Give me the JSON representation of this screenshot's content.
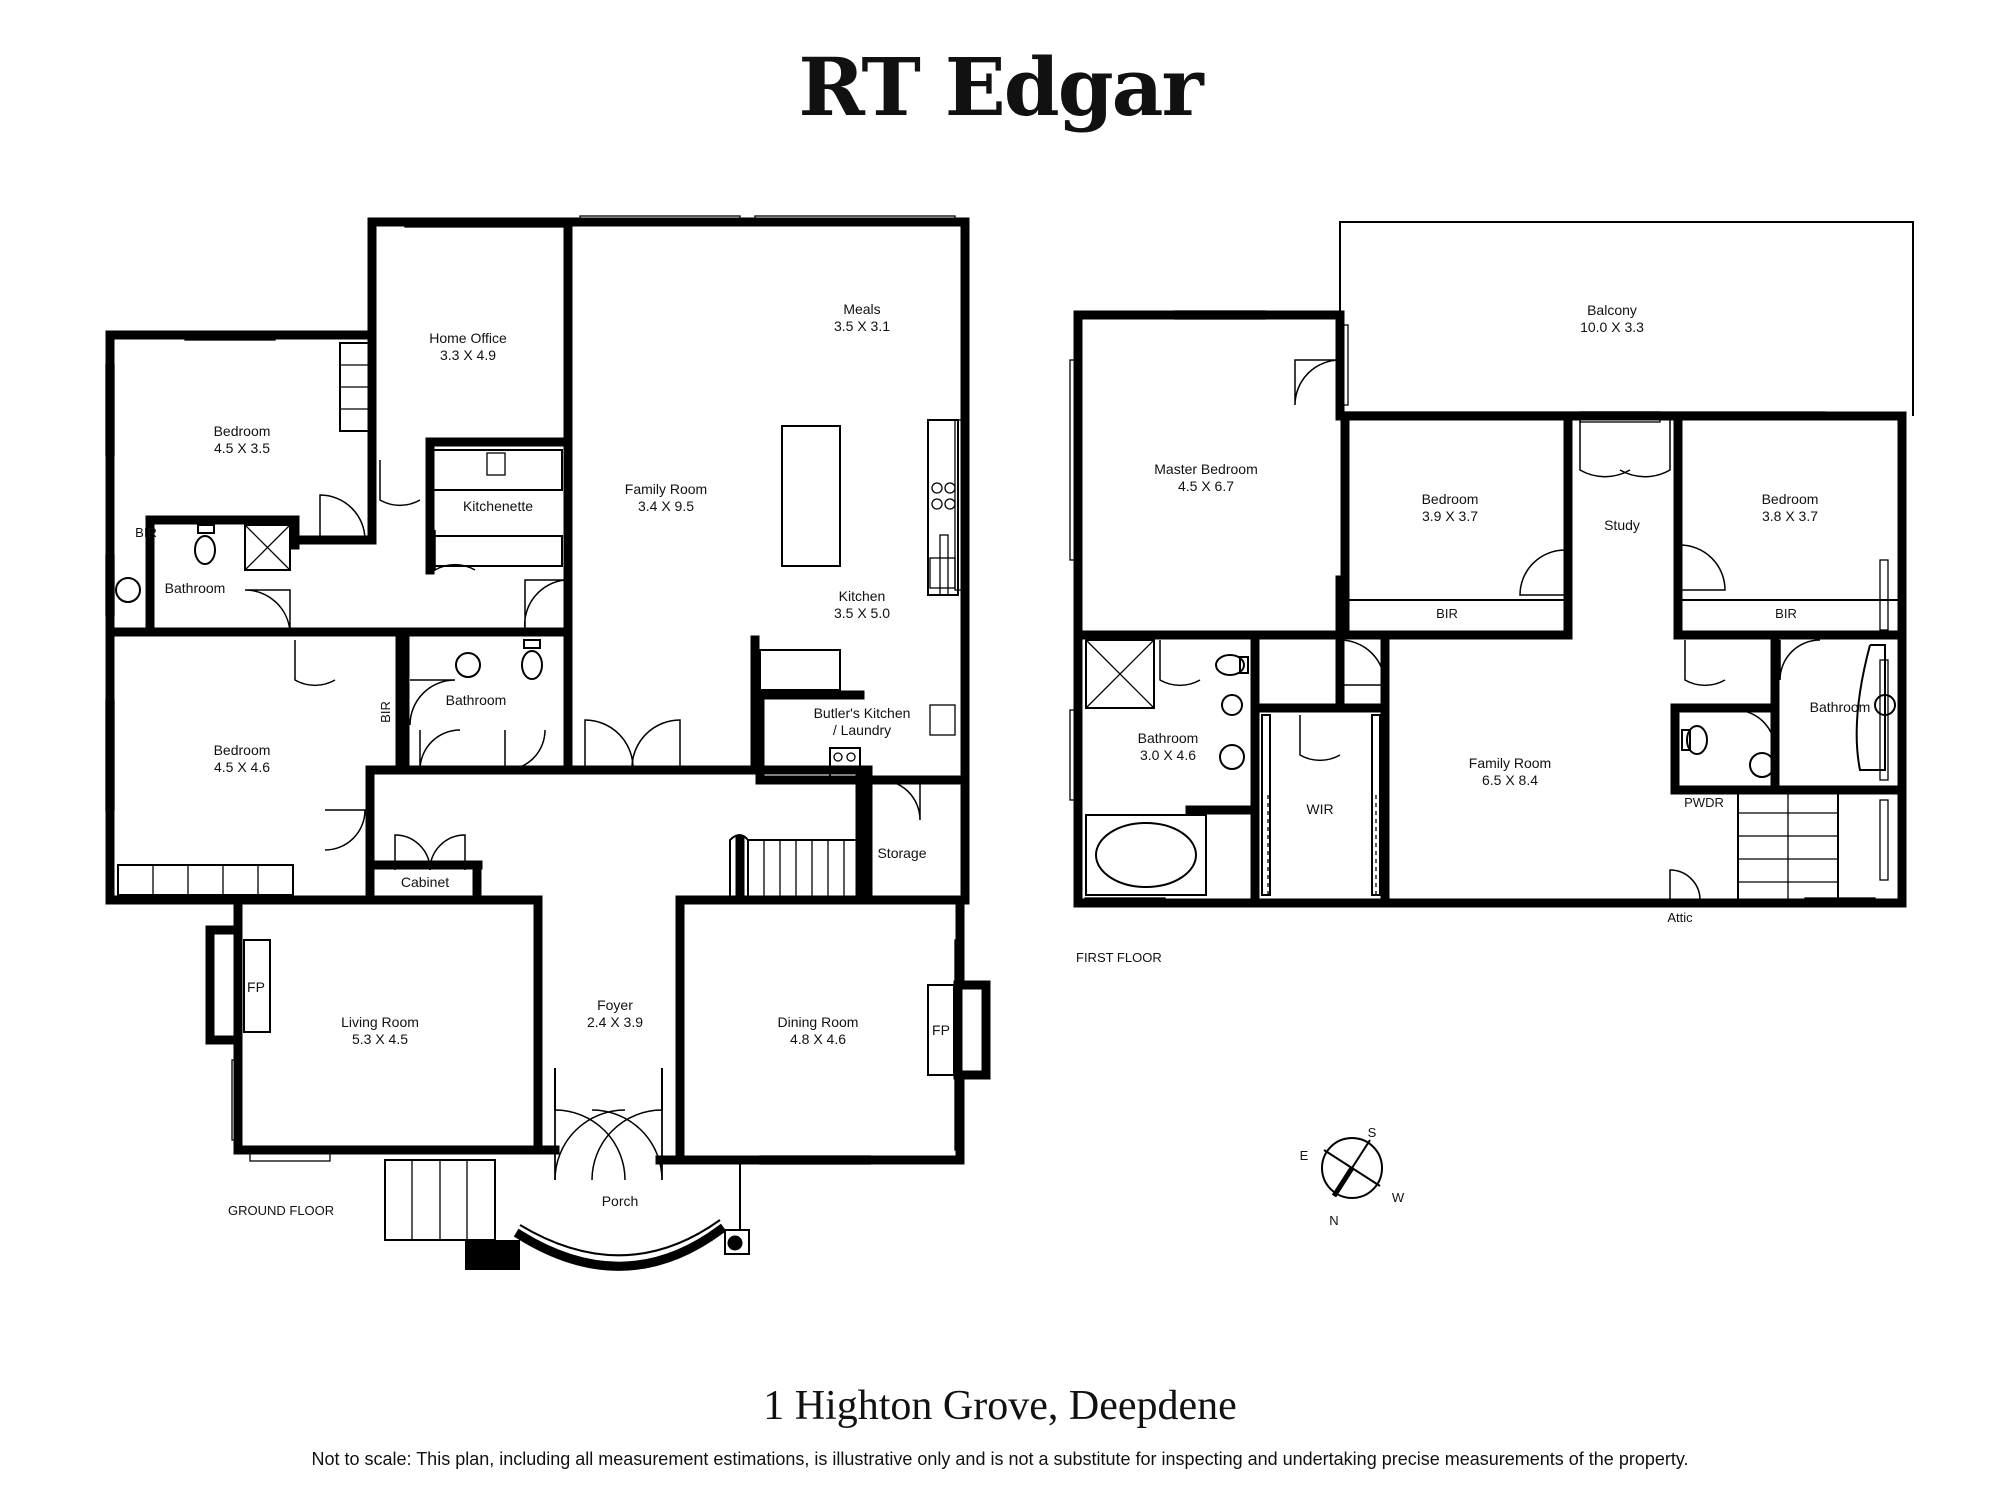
{
  "brand": "RT Edgar",
  "address": "1 Highton Grove, Deepdene",
  "disclaimer": "Not to scale: This plan, including all measurement estimations, is illustrative only and is not a substitute for inspecting and undertaking precise measurements of the property.",
  "ground_floor": {
    "label": "GROUND FLOOR",
    "rooms": {
      "bedroom1": {
        "name": "Bedroom",
        "dim": "4.5 X 3.5"
      },
      "home_office": {
        "name": "Home Office",
        "dim": "3.3 X 4.9"
      },
      "meals": {
        "name": "Meals",
        "dim": "3.5 X 3.1"
      },
      "family_room": {
        "name": "Family Room",
        "dim": "3.4 X 9.5"
      },
      "kitchenette": {
        "name": "Kitchenette"
      },
      "bir": {
        "name": "BIR"
      },
      "bathroom1": {
        "name": "Bathroom"
      },
      "kitchen": {
        "name": "Kitchen",
        "dim": "3.5 X 5.0"
      },
      "bedroom2": {
        "name": "Bedroom",
        "dim": "4.5 X 4.6"
      },
      "bir2": {
        "name": "BIR"
      },
      "bathroom2": {
        "name": "Bathroom"
      },
      "butlers": {
        "name1": "Butler's Kitchen",
        "name2": "/ Laundry"
      },
      "storage": {
        "name": "Storage"
      },
      "cabinet": {
        "name": "Cabinet"
      },
      "living": {
        "name": "Living Room",
        "dim": "5.3 X 4.5"
      },
      "foyer": {
        "name": "Foyer",
        "dim": "2.4 X 3.9"
      },
      "dining": {
        "name": "Dining Room",
        "dim": "4.8 X 4.6"
      },
      "fp_left": {
        "name": "FP"
      },
      "fp_right": {
        "name": "FP"
      },
      "porch": {
        "name": "Porch"
      }
    }
  },
  "first_floor": {
    "label": "FIRST FLOOR",
    "rooms": {
      "balcony": {
        "name": "Balcony",
        "dim": "10.0 X 3.3"
      },
      "master": {
        "name": "Master Bedroom",
        "dim": "4.5 X 6.7"
      },
      "bedroom3": {
        "name": "Bedroom",
        "dim": "3.9 X 3.7"
      },
      "study": {
        "name": "Study"
      },
      "bedroom4": {
        "name": "Bedroom",
        "dim": "3.8 X 3.7"
      },
      "bir3": {
        "name": "BIR"
      },
      "bir4": {
        "name": "BIR"
      },
      "bathroom3": {
        "name": "Bathroom",
        "dim": "3.0 X 4.6"
      },
      "wir": {
        "name": "WIR"
      },
      "family_room2": {
        "name": "Family Room",
        "dim": "6.5 X 8.4"
      },
      "pwdr": {
        "name": "PWDR"
      },
      "bathroom4": {
        "name": "Bathroom"
      },
      "attic": {
        "name": "Attic"
      }
    }
  },
  "compass": {
    "n": "N",
    "e": "E",
    "s": "S",
    "w": "W"
  }
}
